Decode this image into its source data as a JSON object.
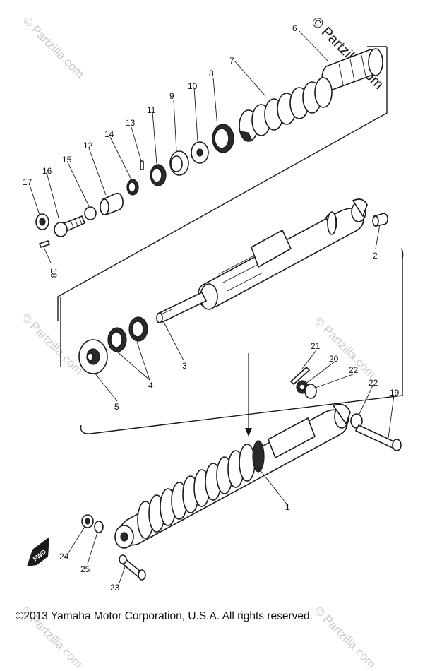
{
  "watermarks": {
    "top_right": "© Partzilla.com",
    "tile": "© Partzilla.com"
  },
  "fwd_label": "FWD",
  "copyright": "©2013  Yamaha Motor Corporation, U.S.A. All rights reserved.",
  "callouts": {
    "c1": "1",
    "c2": "2",
    "c3": "3",
    "c4": "4",
    "c5": "5",
    "c6": "6",
    "c7": "7",
    "c8": "8",
    "c9": "9",
    "c10": "10",
    "c11": "11",
    "c12": "12",
    "c13": "13",
    "c14": "14",
    "c15": "15",
    "c16": "16",
    "c17": "17",
    "c18": "18",
    "c19": "19",
    "c20": "20",
    "c21": "21",
    "c22a": "22",
    "c22b": "22",
    "c23": "23",
    "c24": "24",
    "c25": "25"
  }
}
